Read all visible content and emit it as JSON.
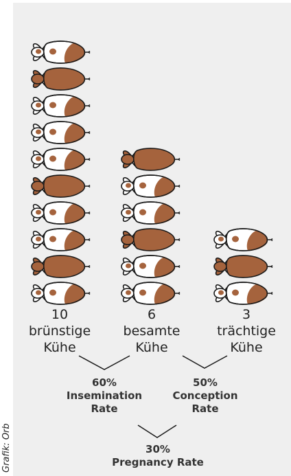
{
  "credit": "Grafik: Orb",
  "colors": {
    "panel": "#efefef",
    "cow_brown": "#a5633d",
    "cow_white": "#ffffff",
    "outline": "#1a1a1a"
  },
  "columns": [
    {
      "number": "10",
      "label_line1": "brünstige",
      "label_line2": "Kühe",
      "cows": [
        "spotted",
        "solid",
        "spotted",
        "spotted",
        "spotted",
        "solid",
        "spotted",
        "spotted",
        "solid",
        "spotted"
      ]
    },
    {
      "number": "6",
      "label_line1": "besamte",
      "label_line2": "Kühe",
      "cows": [
        "solid",
        "spotted",
        "spotted",
        "solid",
        "spotted",
        "spotted"
      ]
    },
    {
      "number": "3",
      "label_line1": "trächtige",
      "label_line2": "Kühe",
      "cows": [
        "spotted",
        "solid",
        "spotted"
      ]
    }
  ],
  "rates": {
    "insemination": {
      "value": "60%",
      "line1": "Insemination",
      "line2": "Rate"
    },
    "conception": {
      "value": "50%",
      "line1": "Conception",
      "line2": "Rate"
    },
    "pregnancy": {
      "value": "30%",
      "line1": "Pregnancy Rate"
    }
  }
}
